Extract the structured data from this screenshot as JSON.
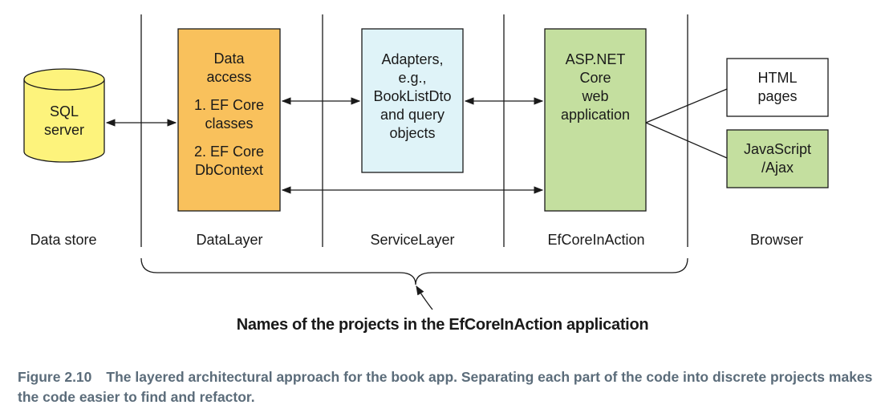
{
  "columns": {
    "data_store": "Data store",
    "data_layer": "DataLayer",
    "service_layer": "ServiceLayer",
    "ef_core_in_action": "EfCoreInAction",
    "browser": "Browser"
  },
  "nodes": {
    "sql_server": {
      "lines": [
        "SQL",
        "server"
      ],
      "color": "#fdf37c"
    },
    "data_access": {
      "lines": [
        "Data",
        "access",
        "",
        "1. EF Core",
        "classes",
        "",
        "2. EF Core",
        "DbContext"
      ],
      "color": "#f9c15c"
    },
    "adapters": {
      "lines": [
        "Adapters,",
        "e.g.,",
        "BookListDto",
        "and query",
        "objects"
      ],
      "color": "#dff3f8"
    },
    "aspnet": {
      "lines": [
        "ASP.NET",
        "Core",
        "web",
        "application"
      ],
      "color": "#c4df9f"
    },
    "html_pages": {
      "lines": [
        "HTML",
        "pages"
      ],
      "color": "#ffffff"
    },
    "javascript_ajax": {
      "lines": [
        "JavaScript",
        "/Ajax"
      ],
      "color": "#c4df9f"
    }
  },
  "brace_caption": "Names of the projects in the EfCoreInAction application",
  "figure_caption": {
    "number": "Figure 2.10",
    "text": "The layered architectural approach for the book app. Separating each part of the code into discrete projects makes the code easier to find and refactor."
  },
  "caption_color": "#5b6c7a"
}
